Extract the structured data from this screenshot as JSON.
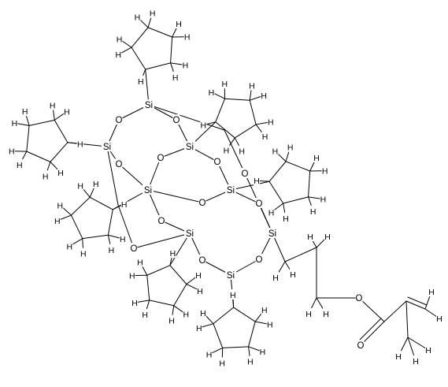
{
  "molecule": {
    "elements": {
      "silicon": "Si",
      "oxygen": "O",
      "hydrogen": "H"
    }
  },
  "colors": {
    "background": "#ffffff",
    "ink": "#000000"
  }
}
